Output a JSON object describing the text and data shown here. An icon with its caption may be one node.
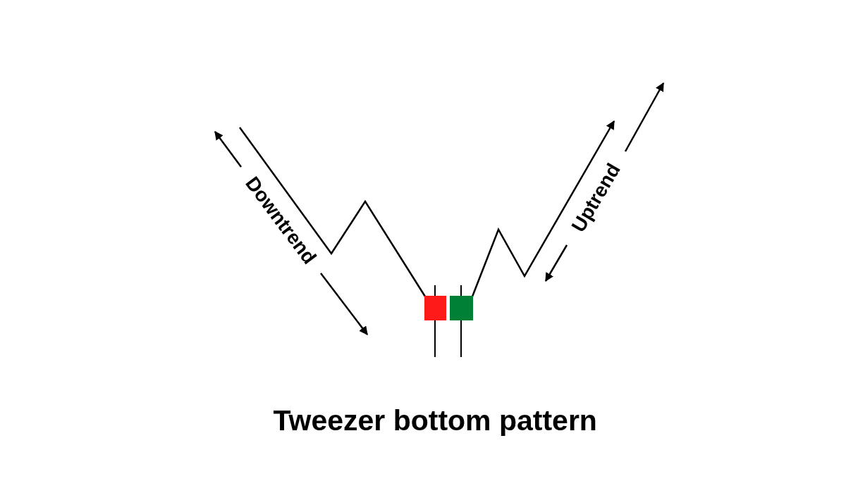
{
  "diagram": {
    "caption": "Tweezer bottom pattern",
    "labels": [
      "Downtrend",
      "Uptrend"
    ]
  }
}
